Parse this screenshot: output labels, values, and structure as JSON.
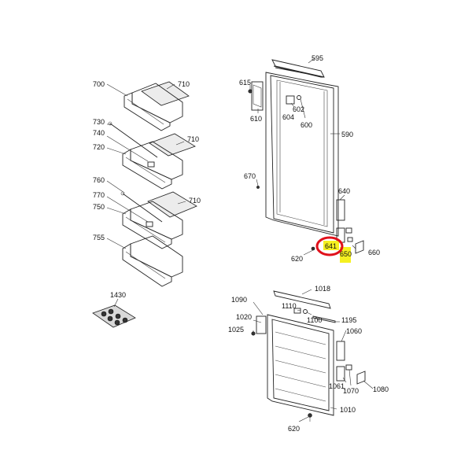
{
  "highlight": {
    "circled_part": "641",
    "circle_color": "#e0101a",
    "marker_color": "#f5f020"
  },
  "labels": {
    "p700": "700",
    "p710a": "710",
    "p730": "730",
    "p740": "740",
    "p720": "720",
    "p710b": "710",
    "p760": "760",
    "p770": "770",
    "p750": "750",
    "p710c": "710",
    "p755": "755",
    "p1430": "1430",
    "p615": "615",
    "p595": "595",
    "p610": "610",
    "p602": "602",
    "p604": "604",
    "p600": "600",
    "p590": "590",
    "p670": "670",
    "p640": "640",
    "p641": "641",
    "p650": "650",
    "p660": "660",
    "p620a": "620",
    "p1018": "1018",
    "p1090": "1090",
    "p1110": "1110",
    "p1100": "1100",
    "p1195": "1195",
    "p1020": "1020",
    "p1025": "1025",
    "p1060": "1060",
    "p1061": "1061",
    "p1070": "1070",
    "p1080": "1080",
    "p1010": "1010",
    "p620b": "620"
  }
}
